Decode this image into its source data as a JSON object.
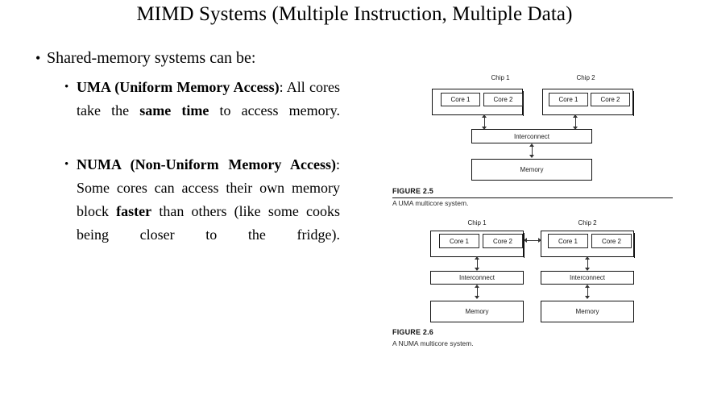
{
  "slide": {
    "title": "MIMD Systems (Multiple Instruction, Multiple Data)",
    "bullet_marker": "•"
  },
  "content": {
    "lead_bullet": "Shared-memory systems can be:",
    "sub_bullets": [
      {
        "id": "uma",
        "parts": [
          {
            "text": "UMA (Uniform Memory Access)",
            "bold": true
          },
          {
            "text": ": All cores take the ",
            "bold": false
          },
          {
            "text": "same time",
            "bold": true
          },
          {
            "text": " to access memory.",
            "bold": false
          }
        ],
        "plain": "UMA (Uniform Memory Access): All cores take the same time to access memory."
      },
      {
        "id": "numa",
        "parts": [
          {
            "text": "NUMA (Non-Uniform Memory Access)",
            "bold": true
          },
          {
            "text": ": Some cores can access their own memory block ",
            "bold": false
          },
          {
            "text": "faster",
            "bold": true
          },
          {
            "text": " than others (like some cooks being closer to the fridge).",
            "bold": false
          }
        ],
        "plain": "NUMA (Non-Uniform Memory Access): Some cores can access their own memory block faster than others (like some cooks being closer to the fridge)."
      }
    ]
  },
  "figures": [
    {
      "id": "figure-2-5",
      "number": "FIGURE 2.5",
      "description": "A UMA multicore system.",
      "chips": [
        {
          "label": "Chip 1",
          "cores": [
            "Core 1",
            "Core 2"
          ]
        },
        {
          "label": "Chip 2",
          "cores": [
            "Core 1",
            "Core 2"
          ]
        }
      ],
      "interconnects": [
        "Interconnect"
      ],
      "memories": [
        "Memory"
      ],
      "has_rule": true
    },
    {
      "id": "figure-2-6",
      "number": "FIGURE 2.6",
      "description": "A NUMA multicore system.",
      "chips": [
        {
          "label": "Chip 1",
          "cores": [
            "Core 1",
            "Core 2"
          ]
        },
        {
          "label": "Chip 2",
          "cores": [
            "Core 1",
            "Core 2"
          ]
        }
      ],
      "interconnects": [
        "Interconnect",
        "Interconnect"
      ],
      "memories": [
        "Memory",
        "Memory"
      ],
      "has_rule": false
    }
  ],
  "colors": {
    "text": "#000000",
    "background": "#ffffff",
    "diagram_line": "#333333",
    "caption": "#2b2b2b"
  }
}
